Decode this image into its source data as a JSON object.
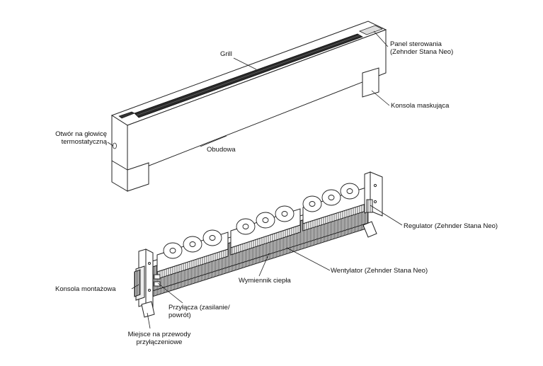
{
  "labels": {
    "grill": "Grill",
    "panel_line1": "Panel sterowania",
    "panel_line2": "(Zehnder Stana Neo)",
    "konsola_maskujaca": "Konsola maskująca",
    "otwor_line1": "Otwór na głowicę",
    "otwor_line2": "termostatyczną",
    "obudowa": "Obudowa",
    "regulator": "Regulator (Zehnder Stana Neo)",
    "wentylator": "Wentylator (Zehnder Stana Neo)",
    "wymiennik": "Wymiennik ciepła",
    "konsola_montazowa": "Konsola montażowa",
    "przylacza_line1": "Przyłącza (zasilanie/",
    "przylacza_line2": "powrót)",
    "miejsce_line1": "Miejsce na przewody",
    "miejsce_line2": "przyłączeniowe"
  }
}
